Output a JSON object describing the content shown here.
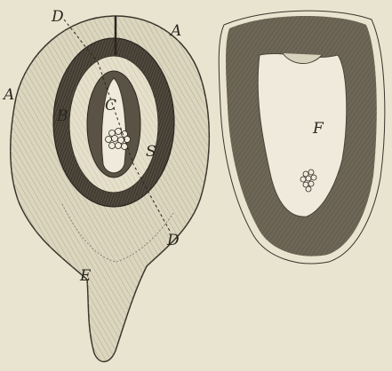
{
  "figure": {
    "labels": {
      "d_top": "D",
      "a_top": "A",
      "a_left": "A",
      "b": "B",
      "c": "C",
      "s": "S",
      "d_bottom": "D",
      "e": "E",
      "f": "F"
    },
    "colors": {
      "paper": "#e9e4cf",
      "ink": "#2a2620",
      "body_fill": "#d8d2ba",
      "shade_dark": "#4a443a",
      "shade_mid": "#8a8270",
      "inner_light": "#efeadb"
    }
  }
}
